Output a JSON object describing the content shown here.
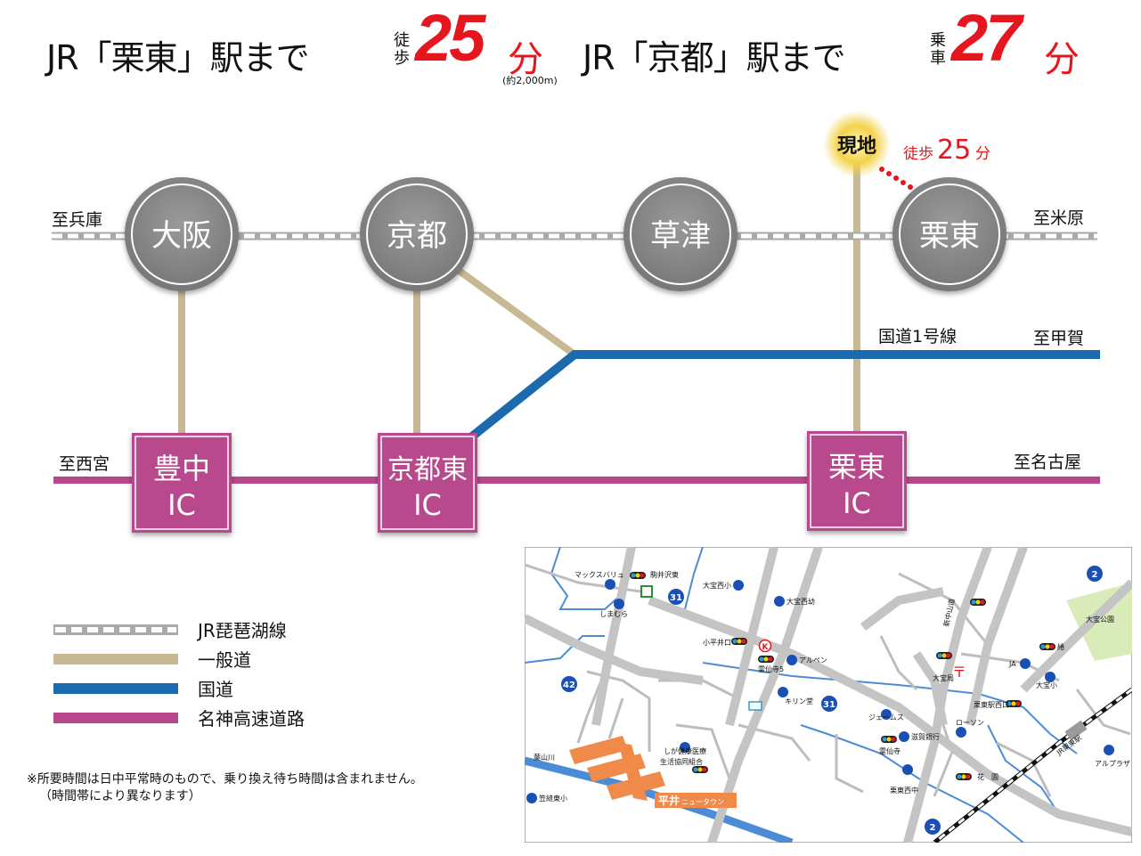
{
  "header": {
    "left": {
      "prefix": "JR「栗東」駅まで",
      "mode_top": "徒",
      "mode_bottom": "歩",
      "minutes": "25",
      "unit": "分",
      "note": "(約2,000m)"
    },
    "right": {
      "prefix": "JR「京都」駅まで",
      "mode_top": "乗",
      "mode_bottom": "車",
      "minutes": "27",
      "unit": "分"
    }
  },
  "diagram": {
    "stations": [
      {
        "id": "osaka",
        "label": "大阪"
      },
      {
        "id": "kyoto",
        "label": "京都"
      },
      {
        "id": "kusatsu",
        "label": "草津"
      },
      {
        "id": "ritto",
        "label": "栗東"
      }
    ],
    "interchanges": [
      {
        "id": "toyonaka",
        "line1": "豊中",
        "line2": "IC"
      },
      {
        "id": "kyoto-higashi",
        "line1": "京都東",
        "line2": "IC"
      },
      {
        "id": "ritto-ic",
        "line1": "栗東",
        "line2": "IC"
      }
    ],
    "site_label": "現地",
    "walk_label": "徒歩",
    "walk_minutes": "25",
    "walk_unit": "分",
    "directions": {
      "rail_west": "至兵庫",
      "rail_east": "至米原",
      "route1_east": "至甲賀",
      "meishin_west": "至西宮",
      "meishin_east": "至名古屋"
    },
    "route1_label": "国道1号線",
    "colors": {
      "station": "#8c8c8c",
      "ic": "#b8488c",
      "general_road": "#c8b994",
      "national_road": "#1c6aae",
      "expressway": "#b8488c",
      "rail": "#c8c8c8",
      "accent": "#e5161d",
      "site_glow": "#f3d24a"
    }
  },
  "legend": [
    {
      "label": "JR琵琶湖線",
      "kind": "rail"
    },
    {
      "label": "一般道",
      "kind": "general_road"
    },
    {
      "label": "国道",
      "kind": "national_road"
    },
    {
      "label": "名神高速道路",
      "kind": "expressway"
    }
  ],
  "footnote": {
    "line1": "※所要時間は日中平常時のもので、乗り換え待ち時間は含まれません。",
    "line2": "（時間帯により異なります）"
  },
  "map": {
    "pois": [
      {
        "id": "maxvalu",
        "label": "マックスバリュ"
      },
      {
        "id": "magarisawa",
        "label": "駒井沢東"
      },
      {
        "id": "shimamura",
        "label": "しまむら"
      },
      {
        "id": "daihoniishi-sho",
        "label": "大宝西小"
      },
      {
        "id": "daihonishi-yo",
        "label": "大宝西幼"
      },
      {
        "id": "kohirai",
        "label": "小平井口"
      },
      {
        "id": "reisenji5",
        "label": "霊仙寺5"
      },
      {
        "id": "arupen",
        "label": "アルペン"
      },
      {
        "id": "kirindo",
        "label": "キリン堂"
      },
      {
        "id": "shiga-clinic-1",
        "label": "しが健康医療"
      },
      {
        "id": "shiga-clinic-2",
        "label": "生活協同組合"
      },
      {
        "id": "kasayama",
        "label": "葉山川"
      },
      {
        "id": "kasagi",
        "label": "笠縫東小"
      },
      {
        "id": "hirai-1",
        "label": "平井"
      },
      {
        "id": "hirai-2",
        "label": "ニュータウン"
      },
      {
        "id": "james",
        "label": "ジェームス"
      },
      {
        "id": "shiga-bank",
        "label": "滋賀銀行"
      },
      {
        "id": "reisenji",
        "label": "霊仙寺"
      },
      {
        "id": "ritto-nishi-chu",
        "label": "栗東西中"
      },
      {
        "id": "lawson",
        "label": "ローソン"
      },
      {
        "id": "ritto-eki-nishi",
        "label": "栗東駅西口"
      },
      {
        "id": "hanazono",
        "label": "花　園"
      },
      {
        "id": "nakashinsen",
        "label": "新中山道"
      },
      {
        "id": "daiho-post",
        "label": "大宝局"
      },
      {
        "id": "ja",
        "label": "JA"
      },
      {
        "id": "daiho-sho",
        "label": "大宝小"
      },
      {
        "id": "tsuru",
        "label": "綣"
      },
      {
        "id": "daiho-park",
        "label": "大宝公園"
      },
      {
        "id": "jr-ritto",
        "label": "JR栗東駅"
      },
      {
        "id": "alplaza",
        "label": "アルプラザ"
      }
    ],
    "route_shields": [
      {
        "id": "r31a",
        "label": "31"
      },
      {
        "id": "r31b",
        "label": "31"
      },
      {
        "id": "r42",
        "label": "42"
      },
      {
        "id": "r2a",
        "label": "2"
      },
      {
        "id": "r2b",
        "label": "2"
      }
    ]
  }
}
